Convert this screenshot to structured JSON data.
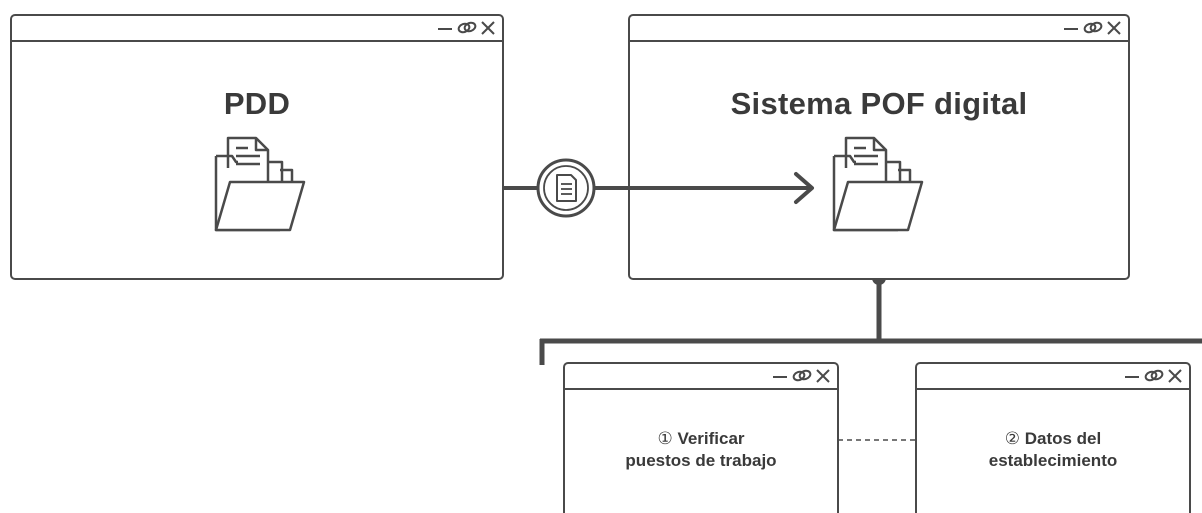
{
  "windows": {
    "source": {
      "title": "PDD"
    },
    "target": {
      "title": "Sistema POF digital"
    },
    "step1": {
      "number": "①",
      "line1": "Verificar",
      "line2": "puestos de trabajo"
    },
    "step2": {
      "number": "②",
      "line1": "Datos del",
      "line2": "establecimiento"
    }
  },
  "icons": {
    "window_controls": [
      "minimize-icon",
      "link-icon",
      "close-icon"
    ],
    "folder": "folder-document-icon",
    "document": "document-icon",
    "arrow": "arrow-right-icon"
  },
  "colors": {
    "stroke": "#4a4a4a",
    "text": "#3a3a3a",
    "background": "#ffffff"
  }
}
